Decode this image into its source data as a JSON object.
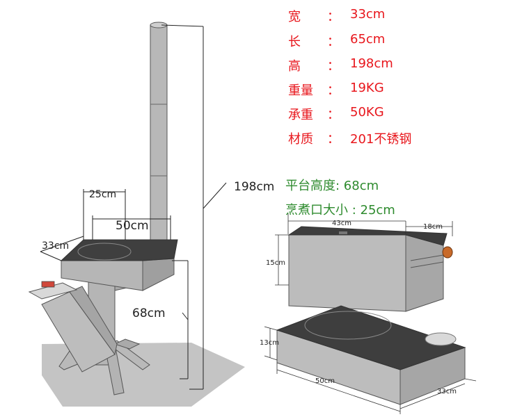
{
  "specs": [
    {
      "label": "宽",
      "sep": "：",
      "value": "33cm"
    },
    {
      "label": "长",
      "sep": "：",
      "value": "65cm"
    },
    {
      "label": "高",
      "sep": "：",
      "value": "198cm"
    },
    {
      "label": "重量",
      "sep": "：",
      "value": "19KG"
    },
    {
      "label": "承重",
      "sep": "：",
      "value": "50KG"
    },
    {
      "label": "材质",
      "sep": "：",
      "value": "201不锈钢"
    }
  ],
  "notes": {
    "platform_height": "平台高度: 68cm",
    "cooking_opening": "烹煮口大小 : 25cm"
  },
  "stove_dims": {
    "total_height": "198cm",
    "opening": "25cm",
    "length": "50cm",
    "width": "33cm",
    "platform": "68cm"
  },
  "box_dims": {
    "length": "43cm",
    "side": "18cm",
    "height": "15cm"
  },
  "plate_dims": {
    "height": "13cm",
    "length": "50cm",
    "width": "33cm"
  },
  "colors": {
    "spec_red": "#e8161c",
    "note_green": "#2e8b2e",
    "steel": "#b8b8b8",
    "steel_dark": "#4a4a4a",
    "shadow": "#c4c4c4"
  }
}
